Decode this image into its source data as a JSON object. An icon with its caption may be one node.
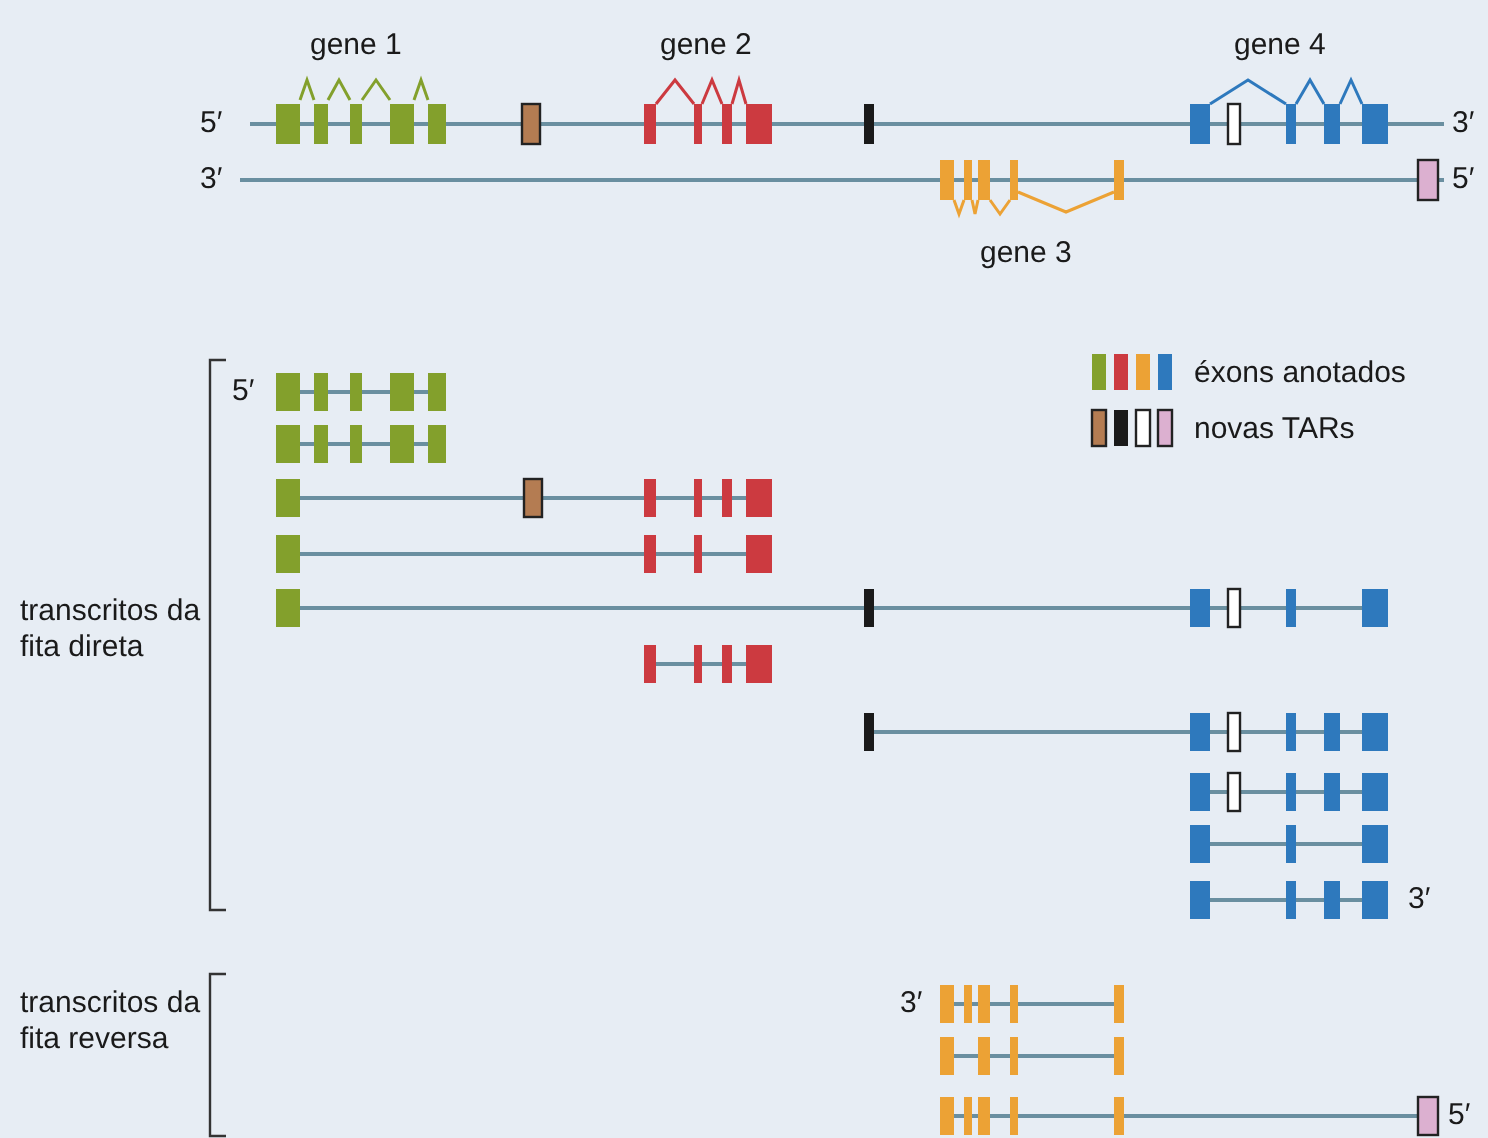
{
  "diagram": {
    "labels": [
      "gene 1",
      "gene 2",
      "gene 4",
      "5′",
      "3′",
      "3′",
      "5′",
      "gene 3",
      "5′",
      "transcritos da fita direta",
      "3′",
      "3′",
      "transcritos da fita reversa",
      "5′"
    ],
    "legend": [
      {
        "text": "éxons anotados"
      },
      {
        "text": "novas TARs"
      }
    ]
  }
}
